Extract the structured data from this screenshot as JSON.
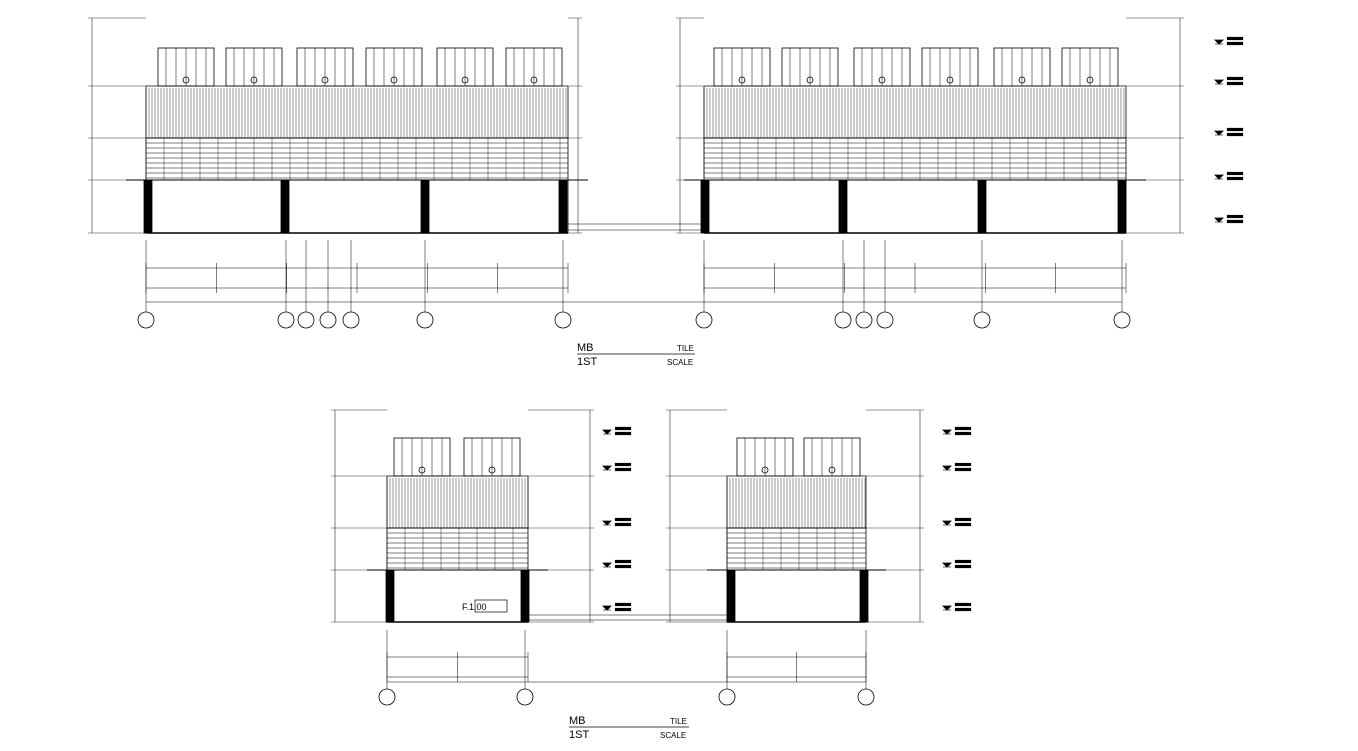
{
  "titles": [
    {
      "name": "MB",
      "sub": "1ST",
      "tile": "TILE",
      "scale": "SCALE"
    },
    {
      "name": "MB",
      "sub": "1ST",
      "tile": "TILE",
      "scale": "SCALE"
    }
  ],
  "annotations": {
    "floor_tag": "F.1.00"
  },
  "colors": {
    "line": "#000000",
    "background": "#ffffff"
  }
}
